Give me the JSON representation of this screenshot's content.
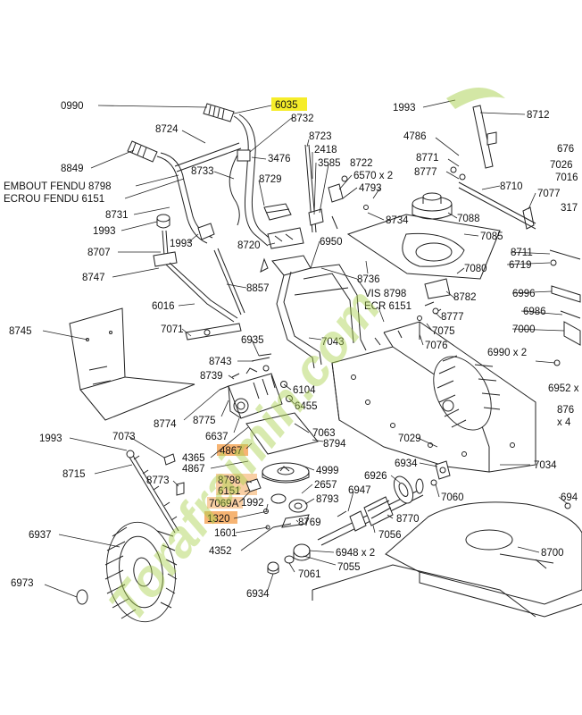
{
  "diagram": {
    "watermark": "Torafraimin.com",
    "highlight_color": "#f6ed2a",
    "watermark_color": "#a8d04c",
    "highlight_orange": "#f4a75a",
    "labels": [
      {
        "id": "l0990",
        "text": "0990"
      },
      {
        "id": "l6035",
        "text": "6035",
        "highlight": "yellow"
      },
      {
        "id": "l8732",
        "text": "8732"
      },
      {
        "id": "l8724",
        "text": "8724"
      },
      {
        "id": "l3476",
        "text": "3476"
      },
      {
        "id": "l8723",
        "text": "8723"
      },
      {
        "id": "l2418",
        "text": "2418"
      },
      {
        "id": "l3585",
        "text": "3585"
      },
      {
        "id": "l8722",
        "text": "8722"
      },
      {
        "id": "l6570",
        "text": "6570 x 2"
      },
      {
        "id": "l4793",
        "text": "4793"
      },
      {
        "id": "l8849",
        "text": "8849"
      },
      {
        "id": "l8733",
        "text": "8733"
      },
      {
        "id": "l8729",
        "text": "8729"
      },
      {
        "id": "lEmbout",
        "text": "EMBOUT FENDU 8798"
      },
      {
        "id": "lEcrou",
        "text": "ECROU FENDU 6151"
      },
      {
        "id": "l8731",
        "text": "8731"
      },
      {
        "id": "l1993a",
        "text": "1993"
      },
      {
        "id": "l1993b",
        "text": "1993"
      },
      {
        "id": "l8720",
        "text": "8720"
      },
      {
        "id": "l8707",
        "text": "8707"
      },
      {
        "id": "l6950",
        "text": "6950"
      },
      {
        "id": "l8747",
        "text": "8747"
      },
      {
        "id": "l8857",
        "text": "8857"
      },
      {
        "id": "l8736",
        "text": "8736"
      },
      {
        "id": "lVis",
        "text": "VIS 8798"
      },
      {
        "id": "lEcr",
        "text": "ECR 6151"
      },
      {
        "id": "l6016",
        "text": "6016"
      },
      {
        "id": "l7071",
        "text": "7071"
      },
      {
        "id": "l7043",
        "text": "7043"
      },
      {
        "id": "l8745",
        "text": "8745"
      },
      {
        "id": "l6935",
        "text": "6935"
      },
      {
        "id": "l8743",
        "text": "8743"
      },
      {
        "id": "l8739",
        "text": "8739"
      },
      {
        "id": "l6104",
        "text": "6104"
      },
      {
        "id": "l6455",
        "text": "6455"
      },
      {
        "id": "l8774",
        "text": "8774"
      },
      {
        "id": "l8775",
        "text": "8775"
      },
      {
        "id": "l6637",
        "text": "6637"
      },
      {
        "id": "l7063",
        "text": "7063"
      },
      {
        "id": "l8794",
        "text": "8794"
      },
      {
        "id": "l1993c",
        "text": "1993"
      },
      {
        "id": "l7073",
        "text": "7073"
      },
      {
        "id": "l4867a",
        "text": "4867",
        "highlight": "orange"
      },
      {
        "id": "l4365",
        "text": "4365"
      },
      {
        "id": "l4867b",
        "text": "4867"
      },
      {
        "id": "l8715",
        "text": "8715"
      },
      {
        "id": "l8773",
        "text": "8773"
      },
      {
        "id": "l8798",
        "text": "8798"
      },
      {
        "id": "l6151",
        "text": "6151"
      },
      {
        "id": "l7069A",
        "text": "7069A"
      },
      {
        "id": "l1992",
        "text": "1992"
      },
      {
        "id": "l1320",
        "text": "1320",
        "highlight": "orange"
      },
      {
        "id": "l1601",
        "text": "1601"
      },
      {
        "id": "l4352",
        "text": "4352"
      },
      {
        "id": "l8769",
        "text": "8769"
      },
      {
        "id": "l4999",
        "text": "4999"
      },
      {
        "id": "l2657",
        "text": "2657"
      },
      {
        "id": "l8793",
        "text": "8793"
      },
      {
        "id": "l6926",
        "text": "6926"
      },
      {
        "id": "l6947",
        "text": "6947"
      },
      {
        "id": "l7056",
        "text": "7056"
      },
      {
        "id": "l8770",
        "text": "8770"
      },
      {
        "id": "l6934a",
        "text": "6934"
      },
      {
        "id": "l7060",
        "text": "7060"
      },
      {
        "id": "l7029",
        "text": "7029"
      },
      {
        "id": "l7034",
        "text": "7034"
      },
      {
        "id": "l6948",
        "text": "6948 x 2"
      },
      {
        "id": "l7055",
        "text": "7055"
      },
      {
        "id": "l7061",
        "text": "7061"
      },
      {
        "id": "l6934b",
        "text": "6934"
      },
      {
        "id": "l6937",
        "text": "6937"
      },
      {
        "id": "l6973",
        "text": "6973"
      },
      {
        "id": "l8700",
        "text": "8700"
      },
      {
        "id": "l694",
        "text": "694"
      },
      {
        "id": "l1993d",
        "text": "1993"
      },
      {
        "id": "l8712",
        "text": "8712"
      },
      {
        "id": "l4786",
        "text": "4786"
      },
      {
        "id": "l676",
        "text": "676"
      },
      {
        "id": "l8771",
        "text": "8771"
      },
      {
        "id": "l8777a",
        "text": "8777"
      },
      {
        "id": "l7026",
        "text": "7026"
      },
      {
        "id": "l7016",
        "text": "7016"
      },
      {
        "id": "l8710",
        "text": "8710"
      },
      {
        "id": "l7077",
        "text": "7077"
      },
      {
        "id": "l317",
        "text": "317"
      },
      {
        "id": "l8734",
        "text": "8734"
      },
      {
        "id": "l7088",
        "text": "7088"
      },
      {
        "id": "l7085",
        "text": "7085"
      },
      {
        "id": "l8711",
        "text": "8711"
      },
      {
        "id": "l6719",
        "text": "6719"
      },
      {
        "id": "l7080",
        "text": "7080"
      },
      {
        "id": "l8782",
        "text": "8782"
      },
      {
        "id": "l6996",
        "text": "6996"
      },
      {
        "id": "l8777b",
        "text": "8777"
      },
      {
        "id": "l6986",
        "text": "6986"
      },
      {
        "id": "l7075",
        "text": "7075"
      },
      {
        "id": "l7000",
        "text": "7000"
      },
      {
        "id": "l7076",
        "text": "7076"
      },
      {
        "id": "l6990",
        "text": "6990 x 2"
      },
      {
        "id": "l6952",
        "text": "6952 x"
      },
      {
        "id": "l876",
        "text": "876"
      },
      {
        "id": "lx4",
        "text": "x 4"
      }
    ]
  }
}
